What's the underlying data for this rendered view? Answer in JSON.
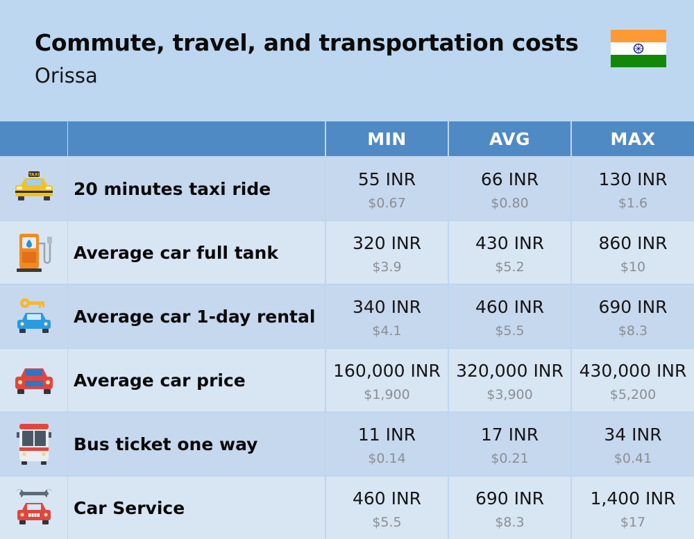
{
  "title": "Commute, travel, and transportation costs",
  "subtitle": "Orissa",
  "flag_icon": "india-flag-icon",
  "columns": [
    "MIN",
    "AVG",
    "MAX"
  ],
  "rows": [
    {
      "label": "20 minutes taxi ride",
      "icon": "taxi-icon",
      "min": "55 INR",
      "min_usd": "$0.67",
      "avg": "66 INR",
      "avg_usd": "$0.80",
      "max": "130 INR",
      "max_usd": "$1.6"
    },
    {
      "label": "Average car full tank",
      "icon": "fuel-pump-icon",
      "min": "320 INR",
      "min_usd": "$3.9",
      "avg": "430 INR",
      "avg_usd": "$5.2",
      "max": "860 INR",
      "max_usd": "$10"
    },
    {
      "label": "Average car 1-day rental",
      "icon": "car-rental-key-icon",
      "min": "340 INR",
      "min_usd": "$4.1",
      "avg": "460 INR",
      "avg_usd": "$5.5",
      "max": "690 INR",
      "max_usd": "$8.3"
    },
    {
      "label": "Average car price",
      "icon": "car-icon",
      "min": "160,000 INR",
      "min_usd": "$1,900",
      "avg": "320,000 INR",
      "avg_usd": "$3,900",
      "max": "430,000 INR",
      "max_usd": "$5,200"
    },
    {
      "label": "Bus ticket one way",
      "icon": "bus-icon",
      "min": "11 INR",
      "min_usd": "$0.14",
      "avg": "17 INR",
      "avg_usd": "$0.21",
      "max": "34 INR",
      "max_usd": "$0.41"
    },
    {
      "label": "Car Service",
      "icon": "car-service-wrench-icon",
      "min": "460 INR",
      "min_usd": "$5.5",
      "avg": "690 INR",
      "avg_usd": "$8.3",
      "max": "1,400 INR",
      "max_usd": "$17"
    }
  ],
  "colors": {
    "background": "#bcd7ef",
    "header": "#4f8ac4",
    "row_odd": "#c6d8ee",
    "row_even": "#d8e5f3",
    "usd_text": "#8a8e93"
  }
}
